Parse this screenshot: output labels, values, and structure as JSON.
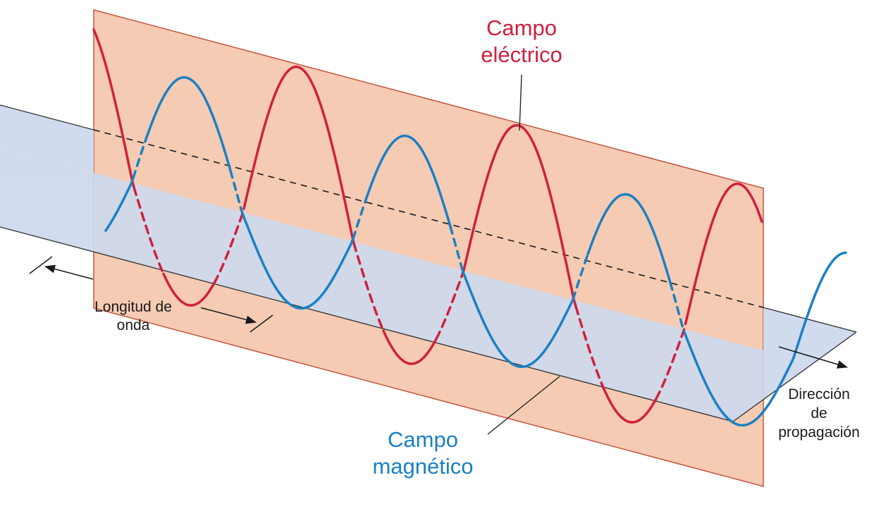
{
  "labels": {
    "electric_field": {
      "lines": [
        "Campo",
        "eléctrico"
      ]
    },
    "magnetic_field": {
      "lines": [
        "Campo",
        "magnético"
      ]
    },
    "wavelength": {
      "lines": [
        "Longitud de",
        "onda"
      ]
    },
    "propagation_direction": {
      "lines": [
        "Dirección",
        "de",
        "propagación"
      ]
    }
  },
  "colors": {
    "electric_wave": "#d0203f",
    "electric_plane": "#f5cbb3",
    "electric_plane_border": "#c2573f",
    "magnetic_wave": "#1b80c4",
    "magnetic_plane": "#cdd9ed",
    "plane_edge": "#2e2e2e",
    "dashed_line": "#1a1a1a",
    "text": "#1a1a1a"
  }
}
